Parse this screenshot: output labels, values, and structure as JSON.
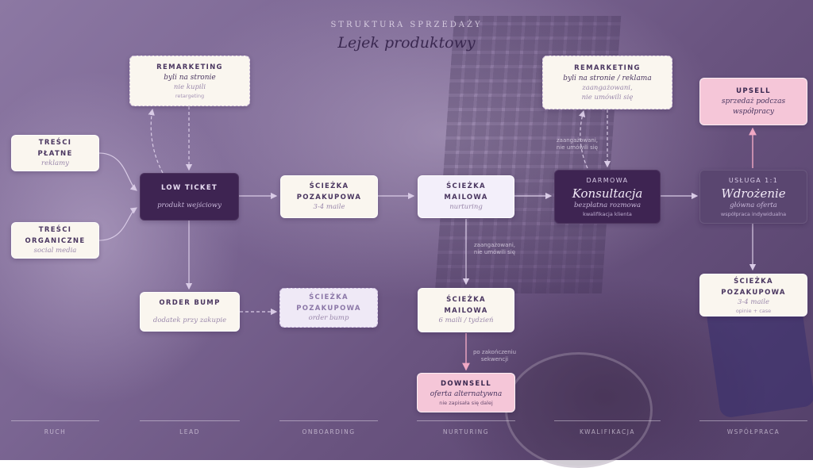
{
  "header": {
    "subtitle": "STRUKTURA SPRZEDAŻY",
    "title": "Lejek produktowy"
  },
  "nodes": {
    "paid": {
      "title1": "TREŚCI",
      "title2": "PŁATNE",
      "sub": "reklamy"
    },
    "organic": {
      "title1": "TREŚCI",
      "title2": "ORGANICZNE",
      "sub": "social media"
    },
    "remarketing1": {
      "title": "REMARKETING",
      "line1": "byli na stronie",
      "line2": "nie kupili",
      "note": "retargeting"
    },
    "low_ticket": {
      "title": "LOW TICKET",
      "sub": "produkt wejściowy"
    },
    "order_bump": {
      "title": "ORDER BUMP",
      "sub": "dodatek przy zakupie"
    },
    "path1": {
      "title1": "ŚCIEŻKA",
      "title2": "POZAKUPOWA",
      "sub": "3-4 maile"
    },
    "path2": {
      "title1": "ŚCIEŻKA",
      "title2": "POZAKUPOWA",
      "sub": "order bump"
    },
    "mail1": {
      "title1": "ŚCIEŻKA",
      "title2": "MAILOWA",
      "sub": "nurturing"
    },
    "mail2": {
      "title1": "ŚCIEŻKA",
      "title2": "MAILOWA",
      "sub": "6 maili / tydzień"
    },
    "downsell": {
      "title": "DOWNSELL",
      "line1": "oferta alternatywna",
      "note": "nie zapisała się dalej"
    },
    "remarketing2": {
      "title": "REMARKETING",
      "line1": "byli na stronie / reklama",
      "line2": "zaangażowani,",
      "line3": "nie umówili się"
    },
    "consult": {
      "label": "DARMOWA",
      "big": "Konsultacja",
      "sub": "bezpłatna rozmowa",
      "note": "kwalifikacja klienta"
    },
    "upsell": {
      "title": "UPSELL",
      "line1": "sprzedaż podczas",
      "line2": "współpracy"
    },
    "service": {
      "label": "USŁUGA 1:1",
      "big": "Wdrożenie",
      "sub": "główna oferta",
      "note": "współpraca indywidualna"
    },
    "path3": {
      "title1": "ŚCIEŻKA",
      "title2": "POZAKUPOWA",
      "sub": "3-4 maile",
      "note": "opinie + case"
    }
  },
  "annotations": {
    "a1": {
      "line1": "zaangażowani,",
      "line2": "nie umówili się"
    },
    "a2": {
      "line1": "zaangażowani,",
      "line2": "nie umówili się"
    },
    "a3": {
      "line1": "po zakończeniu",
      "line2": "sekwencji"
    }
  },
  "stages": [
    "RUCH",
    "LEAD",
    "ONBOARDING",
    "NURTURING",
    "KWALIFIKACJA",
    "WSPÓŁPRACA"
  ]
}
